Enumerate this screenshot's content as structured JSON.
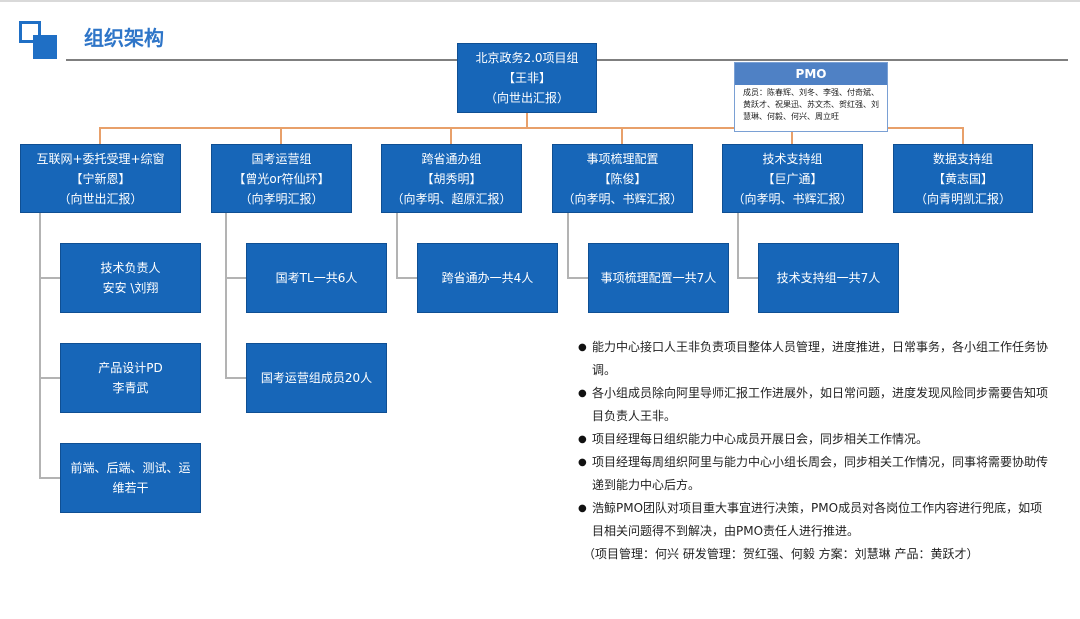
{
  "header": {
    "title": "组织架构"
  },
  "root": {
    "lines": [
      "北京政务2.0项目组",
      "【王非】",
      "（向世出汇报）"
    ]
  },
  "pmo": {
    "title": "PMO",
    "members": "成员：陈春辉、刘冬、李强、付奇斌、黄跃才、祝果迅、苏文杰、贺红强、刘慧琳、何毅、何兴、周立旺"
  },
  "groups": [
    {
      "lines": [
        "互联网+委托受理+综窗",
        "【宁新恩】",
        "（向世出汇报）"
      ]
    },
    {
      "lines": [
        "国考运营组",
        "【曾光or符仙环】",
        "（向孝明汇报）"
      ]
    },
    {
      "lines": [
        "跨省通办组",
        "【胡秀明】",
        "（向孝明、超原汇报）"
      ]
    },
    {
      "lines": [
        "事项梳理配置",
        "【陈俊】",
        "（向孝明、书辉汇报）"
      ]
    },
    {
      "lines": [
        "技术支持组",
        "【巨广通】",
        "（向孝明、书辉汇报）"
      ]
    },
    {
      "lines": [
        "数据支持组",
        "【黄志国】",
        "（向青明凯汇报）"
      ]
    }
  ],
  "sub_boxes": {
    "tech_lead": {
      "lines": [
        "技术负责人",
        "安安 \\刘翔"
      ]
    },
    "product_design": {
      "lines": [
        "产品设计PD",
        "李青武"
      ]
    },
    "engineering": {
      "lines": [
        "前端、后端、测试、运维若干"
      ]
    },
    "guokao_tl": {
      "lines": [
        "国考TL一共6人"
      ]
    },
    "guokao_members": {
      "lines": [
        "国考运营组成员20人"
      ]
    },
    "kuasheng": {
      "lines": [
        "跨省通办一共4人"
      ]
    },
    "shixiang": {
      "lines": [
        "事项梳理配置一共7人"
      ]
    },
    "jishu": {
      "lines": [
        "技术支持组一共7人"
      ]
    }
  },
  "notes": [
    "能力中心接口人王非负责项目整体人员管理，进度推进，日常事务，各小组工作任务协调。",
    "各小组成员除向阿里导师汇报工作进展外，如日常问题，进度发现风险同步需要告知项目负责人王非。",
    "项目经理每日组织能力中心成员开展日会，同步相关工作情况。",
    "项目经理每周组织阿里与能力中心小组长周会，同步相关工作情况，同事将需要协助传递到能力中心后方。",
    "浩鲸PMO团队对项目重大事宜进行决策，PMO成员对各岗位工作内容进行兜底，如项目相关问题得不到解决，由PMO责任人进行推进。"
  ],
  "notes_footer": "（项目管理：何兴   研发管理：贺红强、何毅  方案：刘慧琳  产品：黄跃才）",
  "colors": {
    "box": "#1766b8",
    "title": "#2e75c8",
    "connector_orange": "#e8a06a",
    "connector_grey": "#b3b3b3",
    "pmo_header": "#4f81c5"
  }
}
